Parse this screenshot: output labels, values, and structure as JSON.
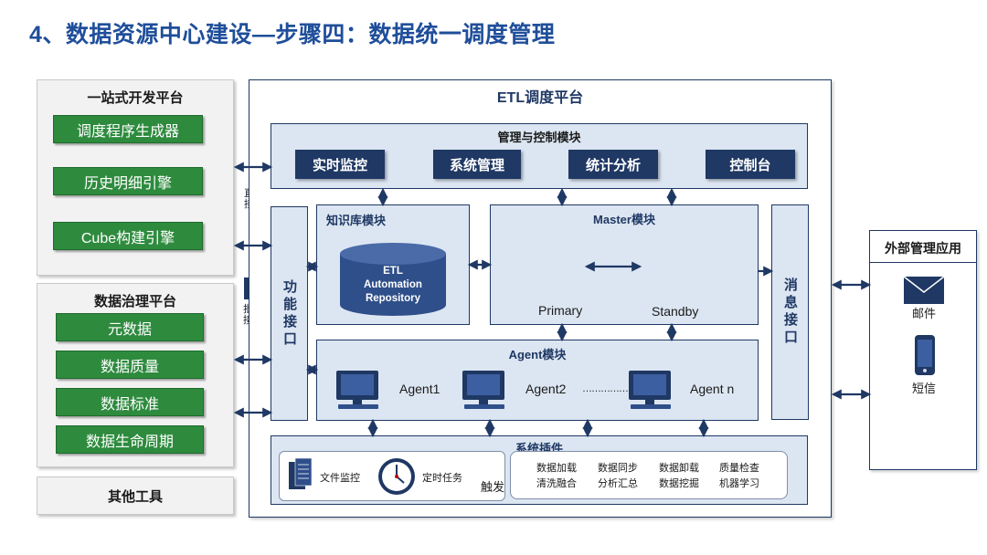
{
  "title": "4、数据资源中心建设—步骤四：数据统一调度管理",
  "one_stop": {
    "title": "一站式开发平台",
    "items": [
      "调度程序生成器",
      "历史明细引擎",
      "Cube构建引擎"
    ]
  },
  "governance": {
    "title": "数据治理平台",
    "items": [
      "元数据",
      "数据质量",
      "数据标准",
      "数据生命周期"
    ]
  },
  "other_tools": "其他工具",
  "direct_interface": "直连接口",
  "batch_interface": "批量接口",
  "etl": {
    "title": "ETL调度平台",
    "mgmt": {
      "title": "管理与控制模块",
      "buttons": [
        "实时监控",
        "系统管理",
        "统计分析",
        "控制台"
      ]
    },
    "func_interface": "功能接口",
    "msg_interface": "消息接口",
    "knowledge": {
      "title": "知识库模块",
      "repo": [
        "ETL",
        "Automation",
        "Repository"
      ]
    },
    "master": {
      "title": "Master模块",
      "primary": "Primary",
      "standby": "Standby"
    },
    "agent": {
      "title": "Agent模块",
      "agents": [
        "Agent1",
        "Agent2",
        "Agent n"
      ],
      "ellipsis": "……………"
    },
    "plugins": {
      "title": "系统插件",
      "file_monitor": "文件监控",
      "timed_task": "定时任务",
      "trigger": "触发",
      "tasks": [
        "数据加载",
        "数据同步",
        "数据卸载",
        "质量检查",
        "清洗融合",
        "分析汇总",
        "数据挖掘",
        "机器学习"
      ]
    }
  },
  "external": {
    "title": "外部管理应用",
    "mail": "邮件",
    "sms": "短信"
  },
  "colors": {
    "navy": "#1f3864",
    "green": "#2e8b3e",
    "title_blue": "#1f4e9a"
  }
}
